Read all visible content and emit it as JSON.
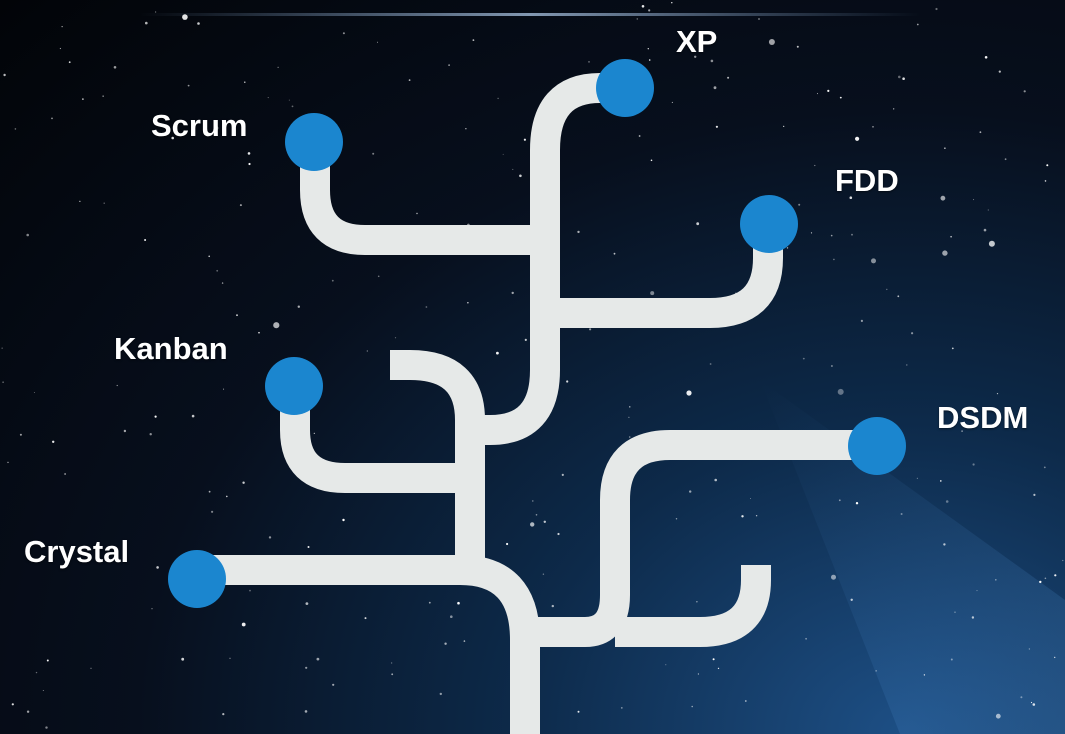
{
  "nodes": [
    {
      "id": "xp",
      "label": "XP"
    },
    {
      "id": "scrum",
      "label": "Scrum"
    },
    {
      "id": "fdd",
      "label": "FDD"
    },
    {
      "id": "kanban",
      "label": "Kanban"
    },
    {
      "id": "dsdm",
      "label": "DSDM"
    },
    {
      "id": "crystal",
      "label": "Crystal"
    }
  ],
  "colors": {
    "branch": "#e6e9e8",
    "node": "#1b86cf",
    "label": "#ffffff"
  }
}
